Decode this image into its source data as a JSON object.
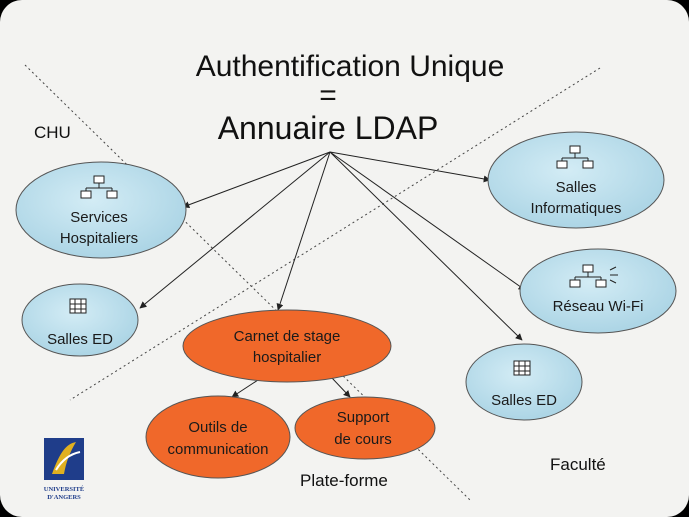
{
  "title": {
    "line1": "Authentification Unique",
    "line2": "=",
    "line3": "Annuaire LDAP"
  },
  "zones": {
    "chu": "CHU",
    "faculte": "Faculté",
    "plateforme": "Plate-forme"
  },
  "nodes": {
    "services_hospitaliers": {
      "line1": "Services",
      "line2": "Hospitaliers"
    },
    "salles_ed_chu": {
      "line1": "Salles ED"
    },
    "salles_informatiques": {
      "line1": "Salles",
      "line2": "Informatiques"
    },
    "reseau_wifi": {
      "line1": "Réseau Wi-Fi"
    },
    "salles_ed_faculte": {
      "line1": "Salles ED"
    },
    "carnet_de_stage": {
      "line1": "Carnet de stage",
      "line2": "hospitalier"
    },
    "outils_communication": {
      "line1": "Outils de",
      "line2": "communication"
    },
    "support_de_cours": {
      "line1": "Support",
      "line2": "de cours"
    }
  },
  "logo": {
    "line1": "UNIVERSITÉ",
    "line2": "D'ANGERS"
  },
  "colors": {
    "slide_background": "#f3f3f1",
    "blue_node_fill": "#b7dcea",
    "orange_node_fill": "#f0682a",
    "arrow": "#222222",
    "logo_blue": "#1f3d8a",
    "logo_gold": "#e0b020"
  }
}
